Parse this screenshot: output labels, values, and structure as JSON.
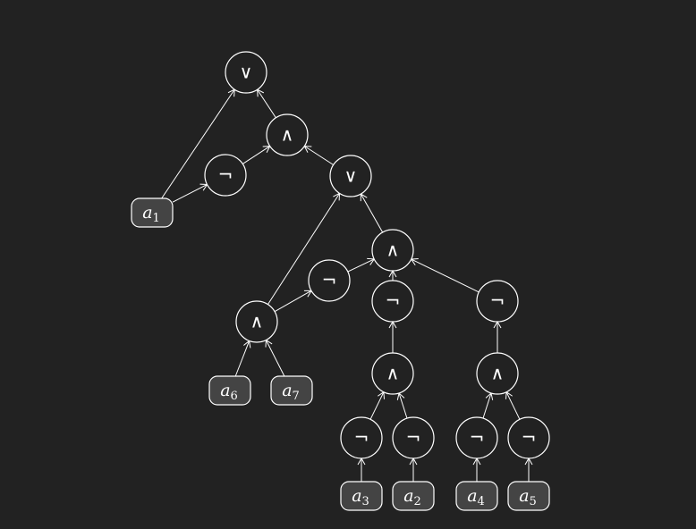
{
  "colors": {
    "background": "#222222",
    "stroke": "#ffffff",
    "input_fill": "#444444",
    "text": "#ffffff"
  },
  "gates": [
    {
      "id": "g1",
      "symbol": "∨"
    },
    {
      "id": "g2",
      "symbol": "∧"
    },
    {
      "id": "g3",
      "symbol": "¬"
    },
    {
      "id": "g4",
      "symbol": "∨"
    },
    {
      "id": "g5",
      "symbol": "∧"
    },
    {
      "id": "g6",
      "symbol": "¬"
    },
    {
      "id": "g7",
      "symbol": "∧"
    },
    {
      "id": "g8",
      "symbol": "¬"
    },
    {
      "id": "g9",
      "symbol": "¬"
    },
    {
      "id": "g10",
      "symbol": "∧"
    },
    {
      "id": "g11",
      "symbol": "∧"
    },
    {
      "id": "g12",
      "symbol": "¬"
    },
    {
      "id": "g13",
      "symbol": "¬"
    },
    {
      "id": "g14",
      "symbol": "¬"
    },
    {
      "id": "g15",
      "symbol": "¬"
    }
  ],
  "inputs": [
    {
      "id": "a1",
      "name": "a",
      "index": "1"
    },
    {
      "id": "a6",
      "name": "a",
      "index": "6"
    },
    {
      "id": "a7",
      "name": "a",
      "index": "7"
    },
    {
      "id": "a3",
      "name": "a",
      "index": "3"
    },
    {
      "id": "a2",
      "name": "a",
      "index": "2"
    },
    {
      "id": "a4",
      "name": "a",
      "index": "4"
    },
    {
      "id": "a5",
      "name": "a",
      "index": "5"
    }
  ],
  "edges": [
    {
      "from": "a1",
      "to": "g1"
    },
    {
      "from": "a1",
      "to": "g3"
    },
    {
      "from": "g3",
      "to": "g2"
    },
    {
      "from": "g2",
      "to": "g1"
    },
    {
      "from": "g4",
      "to": "g2"
    },
    {
      "from": "g5",
      "to": "g4"
    },
    {
      "from": "g7",
      "to": "g4"
    },
    {
      "from": "g7",
      "to": "g6"
    },
    {
      "from": "g6",
      "to": "g5"
    },
    {
      "from": "g8",
      "to": "g5"
    },
    {
      "from": "g9",
      "to": "g5"
    },
    {
      "from": "a6",
      "to": "g7"
    },
    {
      "from": "a7",
      "to": "g7"
    },
    {
      "from": "g10",
      "to": "g8"
    },
    {
      "from": "g11",
      "to": "g9"
    },
    {
      "from": "g12",
      "to": "g10"
    },
    {
      "from": "g13",
      "to": "g10"
    },
    {
      "from": "g14",
      "to": "g11"
    },
    {
      "from": "g15",
      "to": "g11"
    },
    {
      "from": "a3",
      "to": "g12"
    },
    {
      "from": "a2",
      "to": "g13"
    },
    {
      "from": "a4",
      "to": "g14"
    },
    {
      "from": "a5",
      "to": "g15"
    }
  ]
}
